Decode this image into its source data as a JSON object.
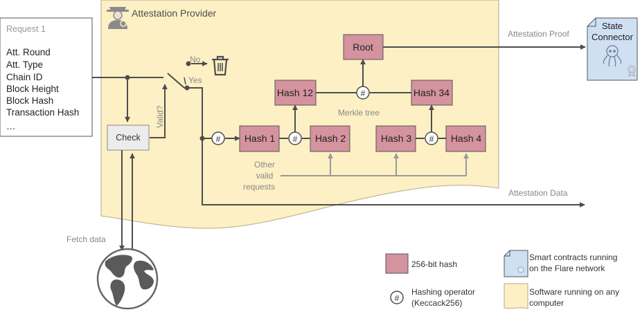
{
  "provider_title": "Attestation Provider",
  "request": {
    "title": "Request 1",
    "fields": [
      "Att. Round",
      "Att. Type",
      "Chain ID",
      "Block Height",
      "Block Hash",
      "Transaction Hash",
      "…"
    ]
  },
  "check_label": "Check",
  "valid_label": "Valid?",
  "no_label": "No",
  "yes_label": "Yes",
  "hash_op_symbol": "#",
  "nodes": {
    "root": "Root",
    "hash12": "Hash 12",
    "hash34": "Hash 34",
    "hash1": "Hash 1",
    "hash2": "Hash 2",
    "hash3": "Hash 3",
    "hash4": "Hash 4"
  },
  "merkle_tree_label": "Merkle tree",
  "other_requests_lines": [
    "Other",
    "valid",
    "requests"
  ],
  "attestation_proof_label": "Attestation Proof",
  "attestation_data_label": "Attestation Data",
  "state_connector_lines": [
    "State",
    "Connector"
  ],
  "fetch_data_label": "Fetch data",
  "legend": {
    "hash_box": "256-bit hash",
    "hash_op_lines": [
      "Hashing operator",
      "(Keccack256)"
    ],
    "smart_contract_lines": [
      "Smart contracts running",
      "on the Flare network"
    ],
    "software_lines": [
      "Software running on any",
      "computer"
    ]
  },
  "colors": {
    "provider_fill": "#fdf0c4",
    "hash_fill": "#d4939f",
    "contract_fill": "#cfe0f3",
    "line": "#4d4d4d",
    "grey_text": "#888888",
    "arrow_grey": "#999999"
  }
}
